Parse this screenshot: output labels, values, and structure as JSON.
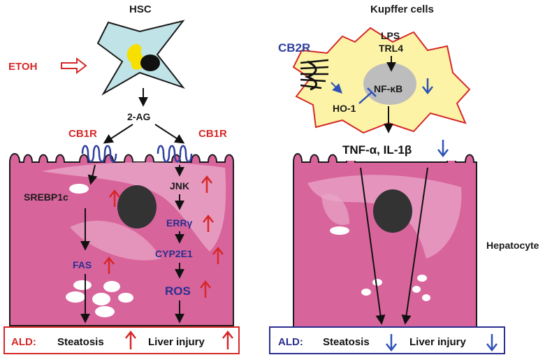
{
  "titles": {
    "hsc": "HSC",
    "kupffer": "Kupffer cells",
    "hepatocyte": "Hepatocyte"
  },
  "left": {
    "etoh": "ETOH",
    "mediator": "2-AG",
    "receptor_left": "CB1R",
    "receptor_right": "CB1R",
    "srebp": "SREBP1c",
    "fas": "FAS",
    "jnk": "JNK",
    "erry": "ERRγ",
    "cyp": "CYP2E1",
    "ros": "ROS",
    "ald_prefix": "ALD:",
    "steatosis": "Steatosis",
    "liver_injury": "Liver injury"
  },
  "right": {
    "lps": "LPS",
    "trl4": "TRL4",
    "cb2r": "CB2R",
    "nfkb": "NF-κB",
    "ho1": "HO-1",
    "cytokines": "TNF-α, IL-1β",
    "ald_prefix": "ALD:",
    "steatosis": "Steatosis",
    "liver_injury": "Liver injury"
  },
  "colors": {
    "hsc_body": "#bfe3e6",
    "hsc_lipid": "#f7e000",
    "kupffer_body": "#fdf3a6",
    "kupffer_border": "#d62828",
    "hepatocyte": "#d8649c",
    "hepatocyte_light": "#eaa6c8",
    "nucleus": "#333333",
    "receptor": "#2e3fa0",
    "up_arrow": "#d62828",
    "down_arrow": "#2e52b8",
    "box_red": "#d62828",
    "box_blue": "#2b2f8f"
  }
}
